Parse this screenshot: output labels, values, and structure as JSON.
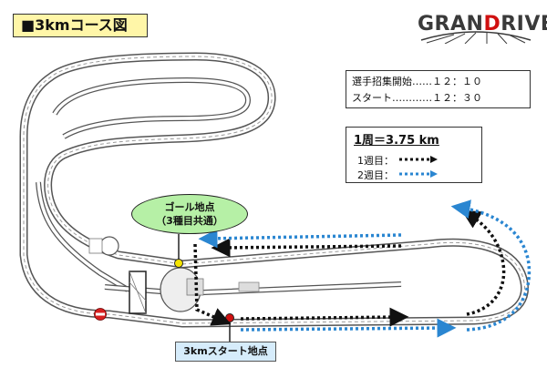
{
  "title": "■3kmコース図",
  "logo": {
    "text_pre": "GRAN",
    "text_d": "D",
    "text_post": "RIVE"
  },
  "schedule": {
    "row1": "選手招集開始‥‥‥１２：１０",
    "row2": "スタート‥‥‥‥‥‥１２：３０"
  },
  "lap": {
    "title": "1周＝3.75 km",
    "lap1_label": "1週目：",
    "lap2_label": "2週目：",
    "lap1_color": "#111111",
    "lap2_color": "#2a86d1"
  },
  "goal": {
    "line1": "ゴール地点",
    "line2": "（3種目共通）"
  },
  "start": {
    "label": "3kmスタート地点"
  },
  "colors": {
    "track": "#444444",
    "goal_bubble": "#b6f0a6",
    "start_bubble": "#d6ecfb",
    "title_bg": "#fff6a8"
  }
}
